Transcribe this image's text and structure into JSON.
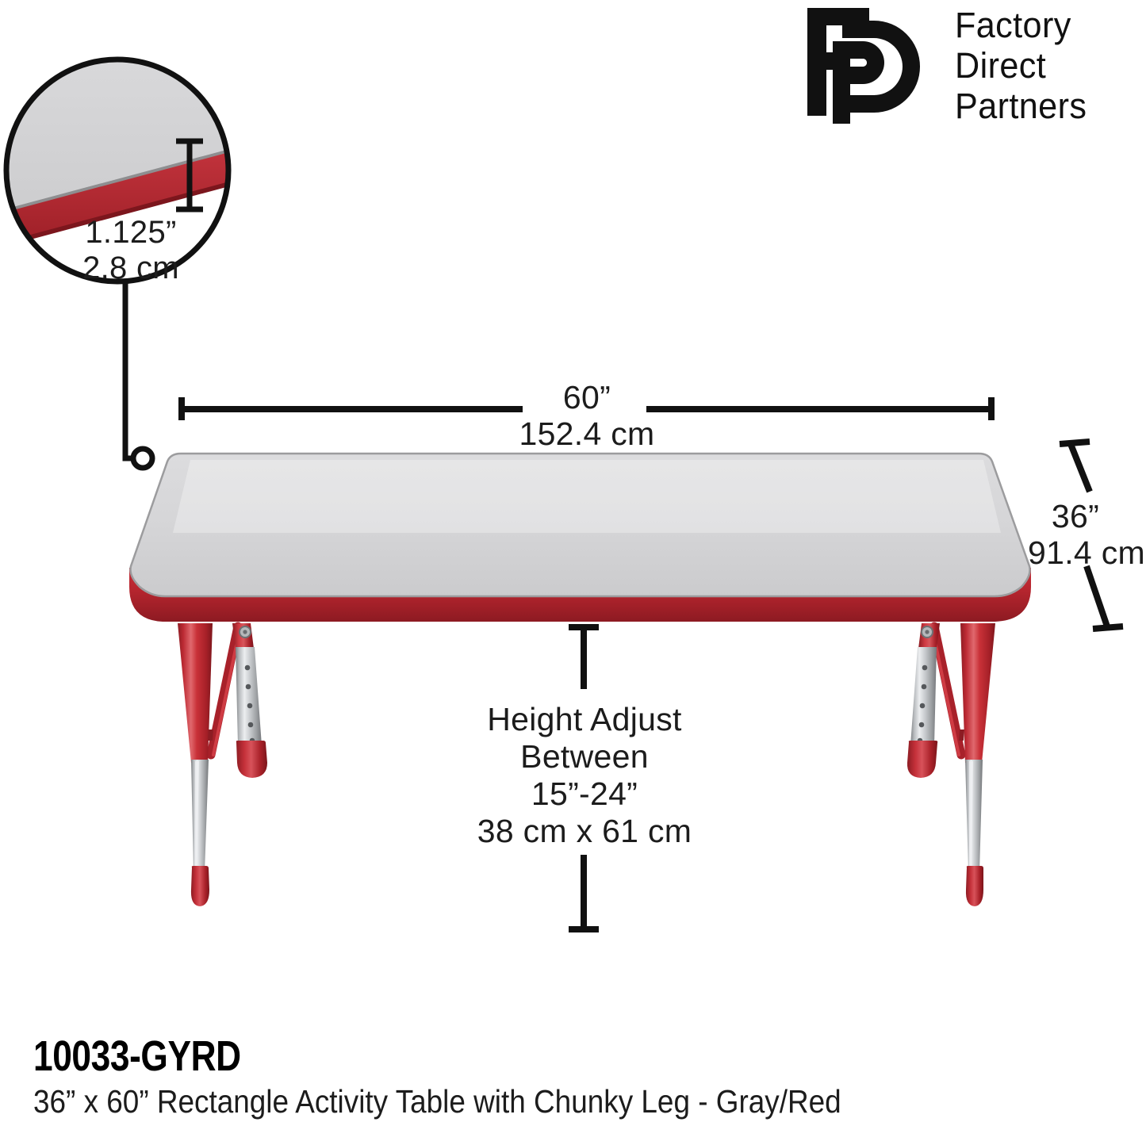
{
  "brand": {
    "monogram_icon": "fp-monogram-icon",
    "name_lines": [
      "Factory",
      "Direct",
      "Partners"
    ]
  },
  "callout": {
    "label": "edge-thickness-callout",
    "detail_icon": "magnified-edge-icon",
    "thickness_inches": "1.125”",
    "thickness_cm": "2.8 cm"
  },
  "dimensions": {
    "width": {
      "inches": "60”",
      "cm": "152.4 cm"
    },
    "depth": {
      "inches": "36”",
      "cm": "91.4 cm"
    },
    "height_adjust": {
      "line1": "Height Adjust",
      "line2": "Between",
      "line3": "15”-24”",
      "line4": "38 cm x 61 cm"
    }
  },
  "product": {
    "sku": "10033-GYRD",
    "description": "36” x 60” Rectangle Activity Table with Chunky Leg - Gray/Red",
    "top_color": "#d5d5d7",
    "edge_color": "#b0222b",
    "leg_color": "#c0282f",
    "hardware_color": "#b9bcbe"
  }
}
